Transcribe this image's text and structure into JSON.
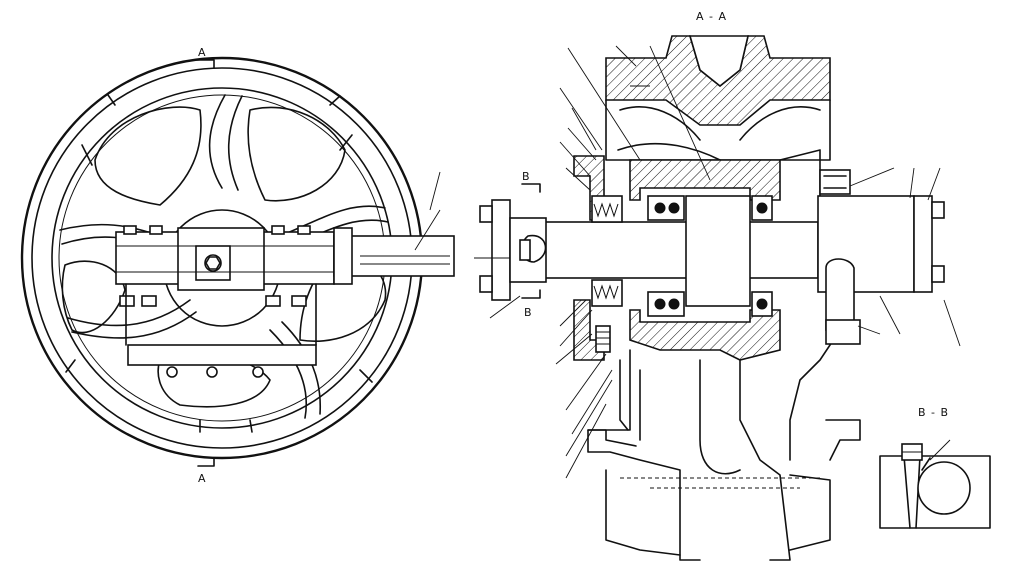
{
  "labels": {
    "section_a_top": "A",
    "section_a_bottom": "A",
    "section_aa_title": "A - A",
    "section_b_top": "B",
    "section_b_bottom": "B",
    "section_bb_title": "B - B"
  },
  "colors": {
    "line": "#111111",
    "background": "#ffffff"
  }
}
